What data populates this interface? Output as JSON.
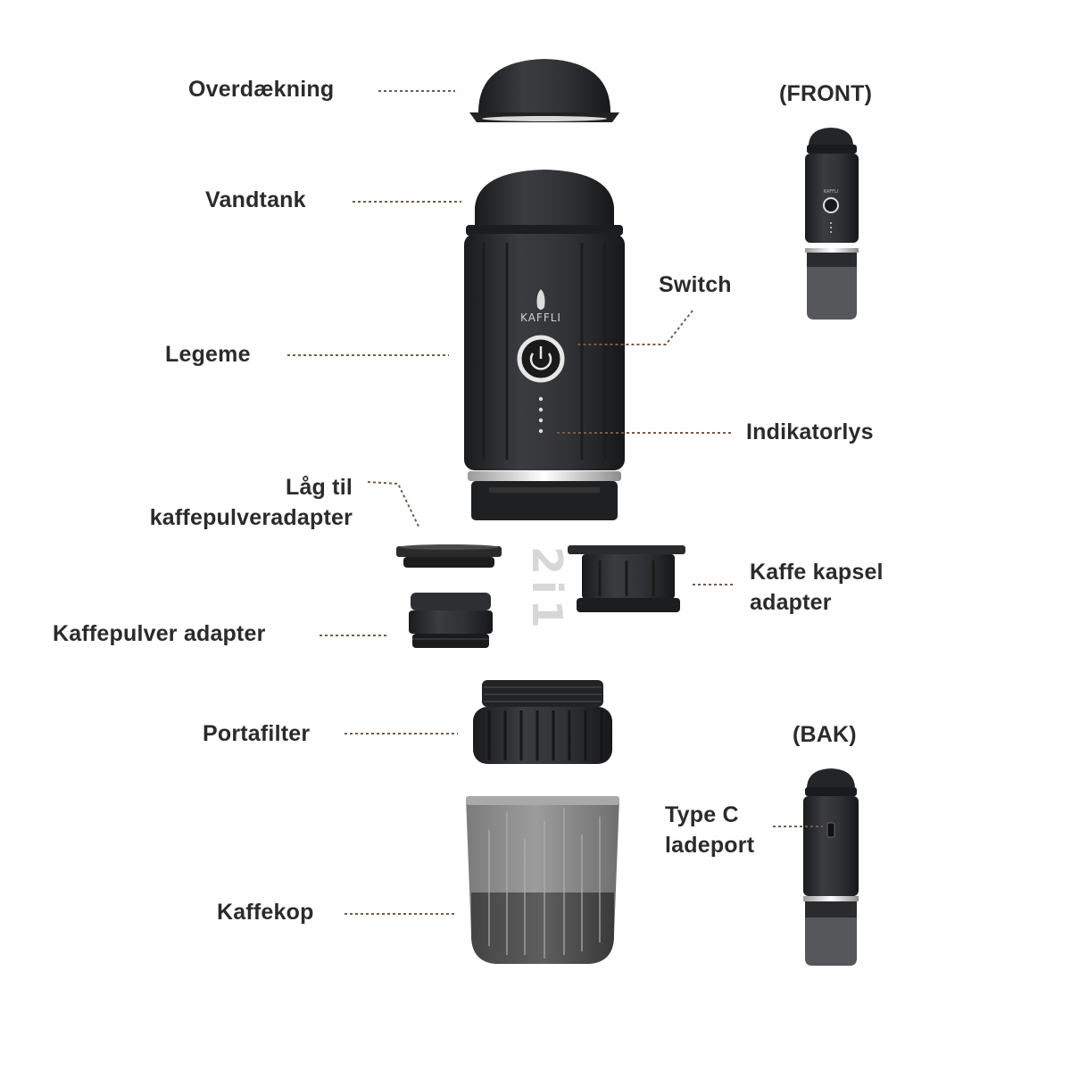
{
  "labels": {
    "cover": "Overdækning",
    "tank": "Vandtank",
    "body": "Legeme",
    "switch": "Switch",
    "indicator": "Indikatorlys",
    "powder_lid": "Låg til\nkaffepulveradapter",
    "capsule_adapter": "Kaffe kapsel\nadapter",
    "powder_adapter": "Kaffepulver adapter",
    "portafilter": "Portafilter",
    "cup": "Kaffekop",
    "usb_port": "Type C\nladeport"
  },
  "views": {
    "front": "(FRONT)",
    "back": "(BAK)"
  },
  "brand": "KAFFLI",
  "badge": "2i1",
  "colors": {
    "body": "#2b2d30",
    "leader": "#7a5a43",
    "cup": "#8e8e8e"
  }
}
